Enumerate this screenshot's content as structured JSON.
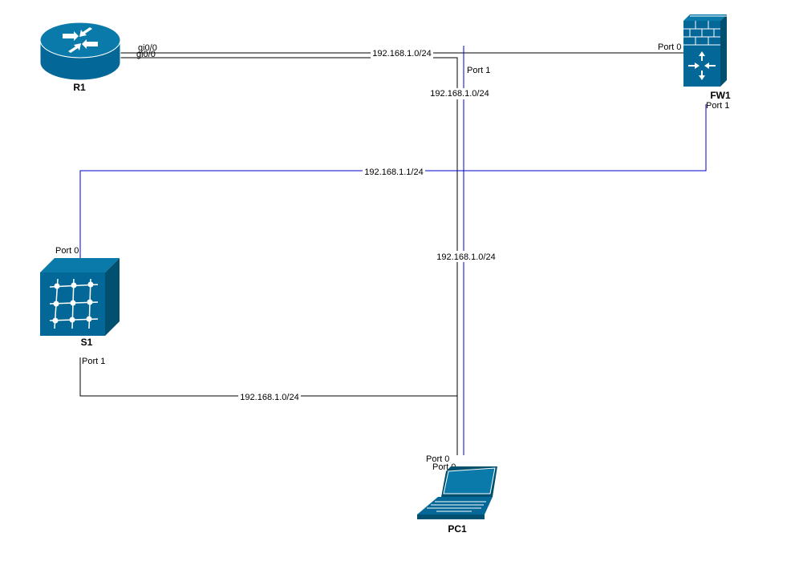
{
  "colors": {
    "device_fill": "#036897",
    "device_dark": "#02506f",
    "device_light": "#ffffff",
    "link_black": "#000000",
    "link_blue": "#0000cc"
  },
  "devices": {
    "r1": {
      "name": "R1",
      "icon": "router-icon"
    },
    "fw1": {
      "name": "FW1",
      "icon": "firewall-icon"
    },
    "s1": {
      "name": "S1",
      "icon": "switch-icon"
    },
    "pc1": {
      "name": "PC1",
      "icon": "laptop-icon"
    }
  },
  "links": {
    "r1_fw1": {
      "subnet": "192.168.1.0/24",
      "port_a": "gi0/0",
      "port_b": "Port 0"
    },
    "r1_pc1": {
      "subnet": "192.168.1.0/24",
      "port_a": "gi0/0",
      "port_b": "Port 0"
    },
    "fw1_s1": {
      "subnet": "192.168.1.1/24",
      "port_a": "Port 1",
      "port_b": "Port 0"
    },
    "s1_pc1": {
      "subnet": "192.168.1.0/24",
      "port_a": "Port 1"
    },
    "vertical_blue": {
      "subnet": "192.168.1.0/24",
      "port_top": "Port 1",
      "port_bottom": "Port 0"
    }
  }
}
